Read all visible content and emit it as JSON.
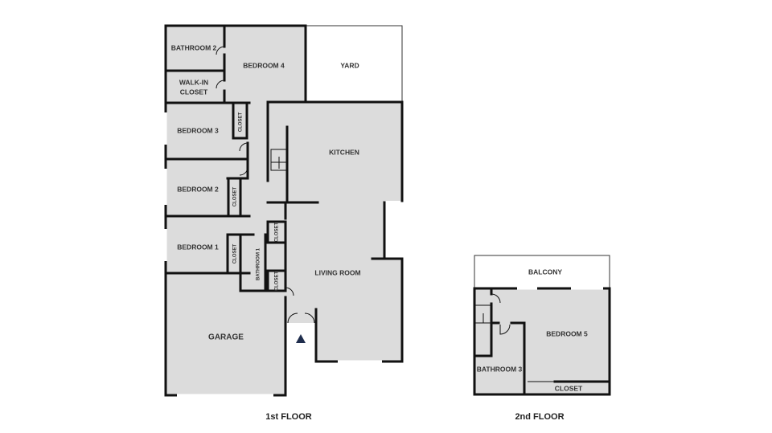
{
  "floors": [
    {
      "label": "1st FLOOR",
      "rooms": {
        "bathroom_2": "BATHROOM 2",
        "bedroom_4": "BEDROOM 4",
        "yard": "YARD",
        "walk_in_closet_line1": "WALK-IN",
        "walk_in_closet_line2": "CLOSET",
        "bedroom_3": "BEDROOM 3",
        "closet_a": "CLOSET",
        "kitchen": "KITCHEN",
        "bedroom_2": "BEDROOM 2",
        "closet_b": "CLOSET",
        "bedroom_1": "BEDROOM 1",
        "closet_c": "CLOSET",
        "bathroom_1": "BATHROOM 1",
        "closet_d": "CLOSET",
        "closet_e": "CLOSET",
        "living_room": "LIVING ROOM",
        "garage": "GARAGE"
      }
    },
    {
      "label": "2nd FLOOR",
      "rooms": {
        "balcony": "BALCONY",
        "bedroom_5": "BEDROOM 5",
        "bathroom_3": "BATHROOM 3",
        "closet": "CLOSET"
      }
    }
  ],
  "entrance_marker_color": "#1f2d4d",
  "room_fill_color": "#dcdcdc"
}
